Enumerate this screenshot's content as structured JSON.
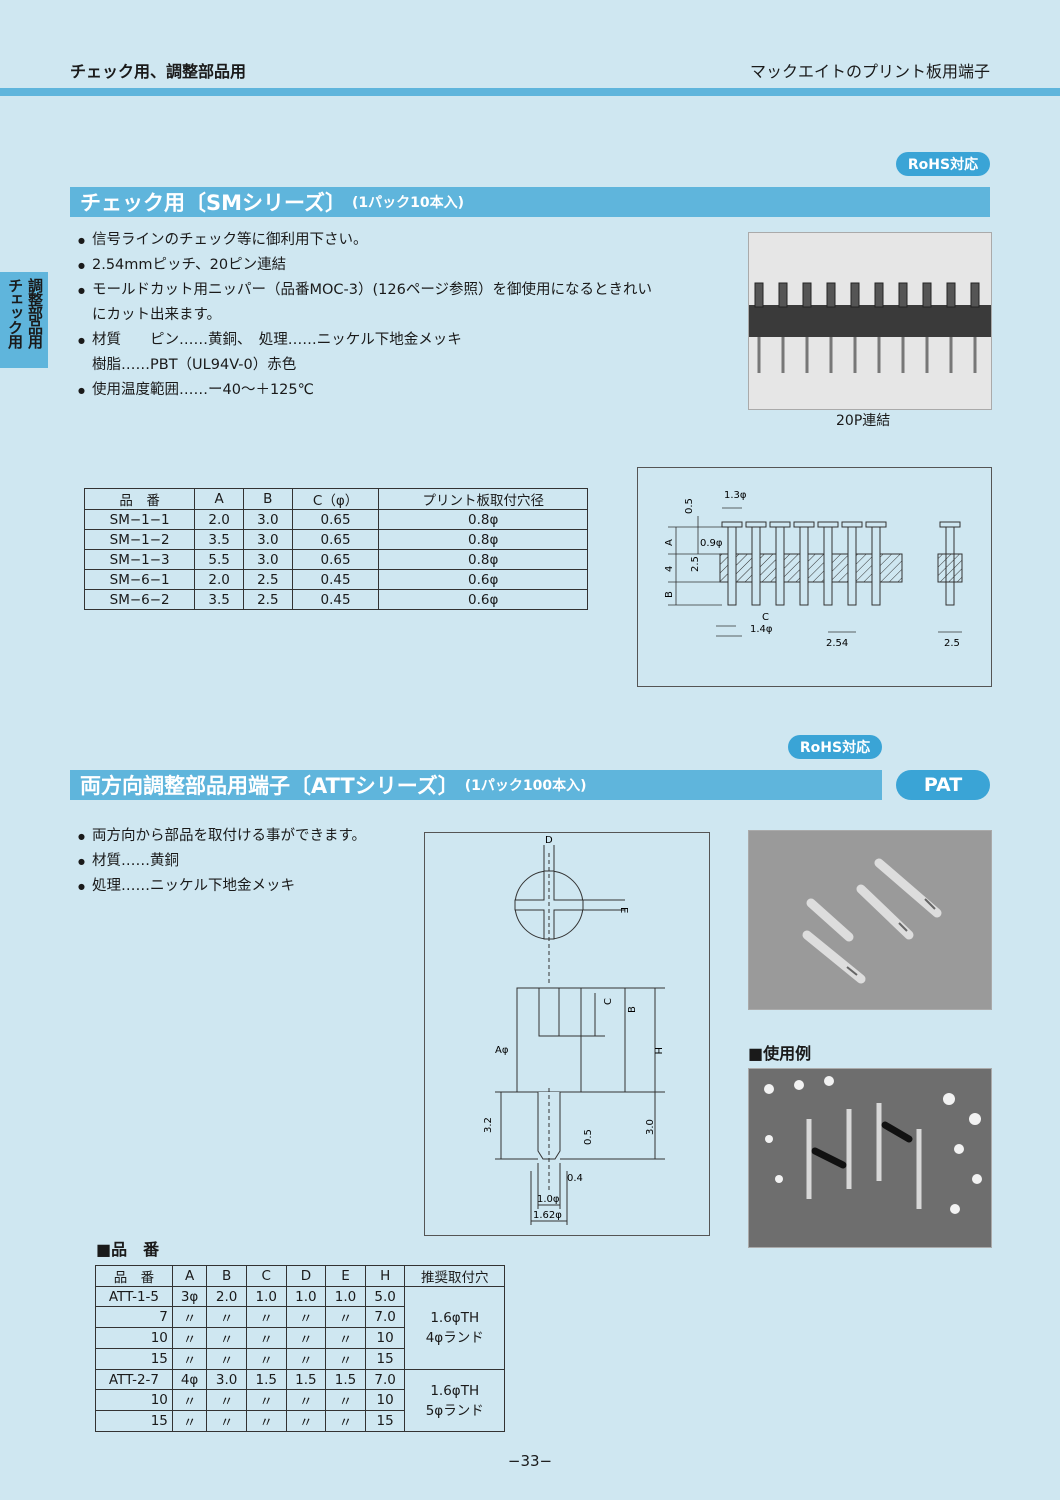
{
  "header": {
    "left": "チェック用、調整部品用",
    "right": "マックエイトのプリント板用端子"
  },
  "side_tab": {
    "col1": "チェック用",
    "col2": "調整部品用"
  },
  "section1": {
    "rohs": "RoHS対応",
    "title": "チェック用〔SMシリーズ〕",
    "subtitle": "(1パック10本入)",
    "bullets": [
      "信号ラインのチェック等に御利用下さい。",
      "2.54mmピッチ、20ピン連結",
      "モールドカット用ニッパー（品番MOC-3）(126ページ参照）を御使用になるときれい",
      "にカット出来ます。",
      "材質　　ピン……黄銅、　処理……ニッケル下地金メッキ",
      "樹脂……PBT（UL94V-0）赤色",
      "使用温度範囲……ー40〜＋125℃"
    ],
    "photo_caption": "20P連結",
    "table": {
      "headers": [
        "品　番",
        "A",
        "B",
        "C（φ）",
        "プリント板取付穴径"
      ],
      "rows": [
        [
          "SM−1−1",
          "2.0",
          "3.0",
          "0.65",
          "0.8φ"
        ],
        [
          "SM−1−2",
          "3.5",
          "3.0",
          "0.65",
          "0.8φ"
        ],
        [
          "SM−1−3",
          "5.5",
          "3.0",
          "0.65",
          "0.8φ"
        ],
        [
          "SM−6−1",
          "2.0",
          "2.5",
          "0.45",
          "0.6φ"
        ],
        [
          "SM−6−2",
          "3.5",
          "2.5",
          "0.45",
          "0.6φ"
        ]
      ]
    },
    "drawing": {
      "d_1_3": "1.3φ",
      "d_0_5": "0.5",
      "d_0_9": "0.9φ",
      "d_A": "A",
      "d_2_5": "2.5",
      "d_4": "4",
      "d_B": "B",
      "d_C": "C",
      "d_1_4": "1.4φ",
      "d_2_54": "2.54",
      "d_2_5b": "2.5"
    }
  },
  "section2": {
    "rohs": "RoHS対応",
    "title": "両方向調整部品用端子〔ATTシリーズ〕",
    "subtitle": "(1パック100本入)",
    "badge": "PAT",
    "bullets": [
      "両方向から部品を取付ける事ができます。",
      "材質……黄銅",
      "処理……ニッケル下地金メッキ"
    ],
    "usage_heading": "■使用例",
    "drawing": {
      "D": "D",
      "E": "E",
      "C": "C",
      "B": "B",
      "H": "H",
      "A": "Aφ",
      "d3_2": "3.2",
      "d0_5": "0.5",
      "d3_0": "3.0",
      "d0_4": "0.4",
      "d1_0": "1.0φ",
      "d1_62": "1.62φ"
    },
    "parts_heading": "■品　番",
    "table": {
      "headers": [
        "品　番",
        "A",
        "B",
        "C",
        "D",
        "E",
        "H",
        "推奨取付穴"
      ],
      "group1": {
        "rows": [
          [
            "ATT-1-5",
            "3φ",
            "2.0",
            "1.0",
            "1.0",
            "1.0",
            "5.0"
          ],
          [
            "7",
            "〃",
            "〃",
            "〃",
            "〃",
            "〃",
            "7.0"
          ],
          [
            "10",
            "〃",
            "〃",
            "〃",
            "〃",
            "〃",
            "10"
          ],
          [
            "15",
            "〃",
            "〃",
            "〃",
            "〃",
            "〃",
            "15"
          ]
        ],
        "hole1": "1.6φTH",
        "hole2": "4φランド"
      },
      "group2": {
        "rows": [
          [
            "ATT-2-7",
            "4φ",
            "3.0",
            "1.5",
            "1.5",
            "1.5",
            "7.0"
          ],
          [
            "10",
            "〃",
            "〃",
            "〃",
            "〃",
            "〃",
            "10"
          ],
          [
            "15",
            "〃",
            "〃",
            "〃",
            "〃",
            "〃",
            "15"
          ]
        ],
        "hole1": "1.6φTH",
        "hole2": "5φランド"
      }
    }
  },
  "footer": {
    "page": "−33−"
  }
}
